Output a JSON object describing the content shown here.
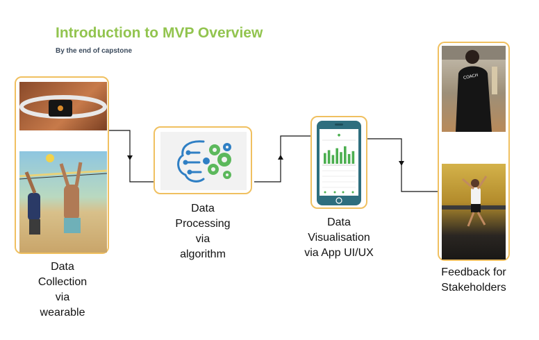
{
  "header": {
    "title": "Introduction to MVP Overview",
    "subtitle": "By the end of capstone"
  },
  "steps": {
    "collection": {
      "line1": "Data",
      "line2": "Collection",
      "line3": "via",
      "line4": "wearable"
    },
    "processing": {
      "line1": "Data",
      "line2": "Processing",
      "line3": "via",
      "line4": "algorithm"
    },
    "visualisation": {
      "line1": "Data",
      "line2": "Visualisation",
      "line3": "via App UI/UX"
    },
    "feedback": {
      "line1": "Feedback for",
      "line2": "Stakeholders"
    }
  },
  "colors": {
    "title": "#92c44f",
    "frame": "#f0c060",
    "app_frame": "#2e6e7e",
    "brain": "#2f7fc4",
    "gear": "#5cb85c",
    "bars": "#4caf50"
  },
  "icons": [
    "wearable-band-image",
    "volleyball-players-image",
    "brain-gears-icon",
    "phone-app-icon",
    "coach-image",
    "spiking-player-image"
  ],
  "phone_screen": {
    "chart_bars": [
      0.55,
      0.7,
      0.45,
      0.8,
      0.6,
      0.9,
      0.5,
      0.65
    ]
  }
}
